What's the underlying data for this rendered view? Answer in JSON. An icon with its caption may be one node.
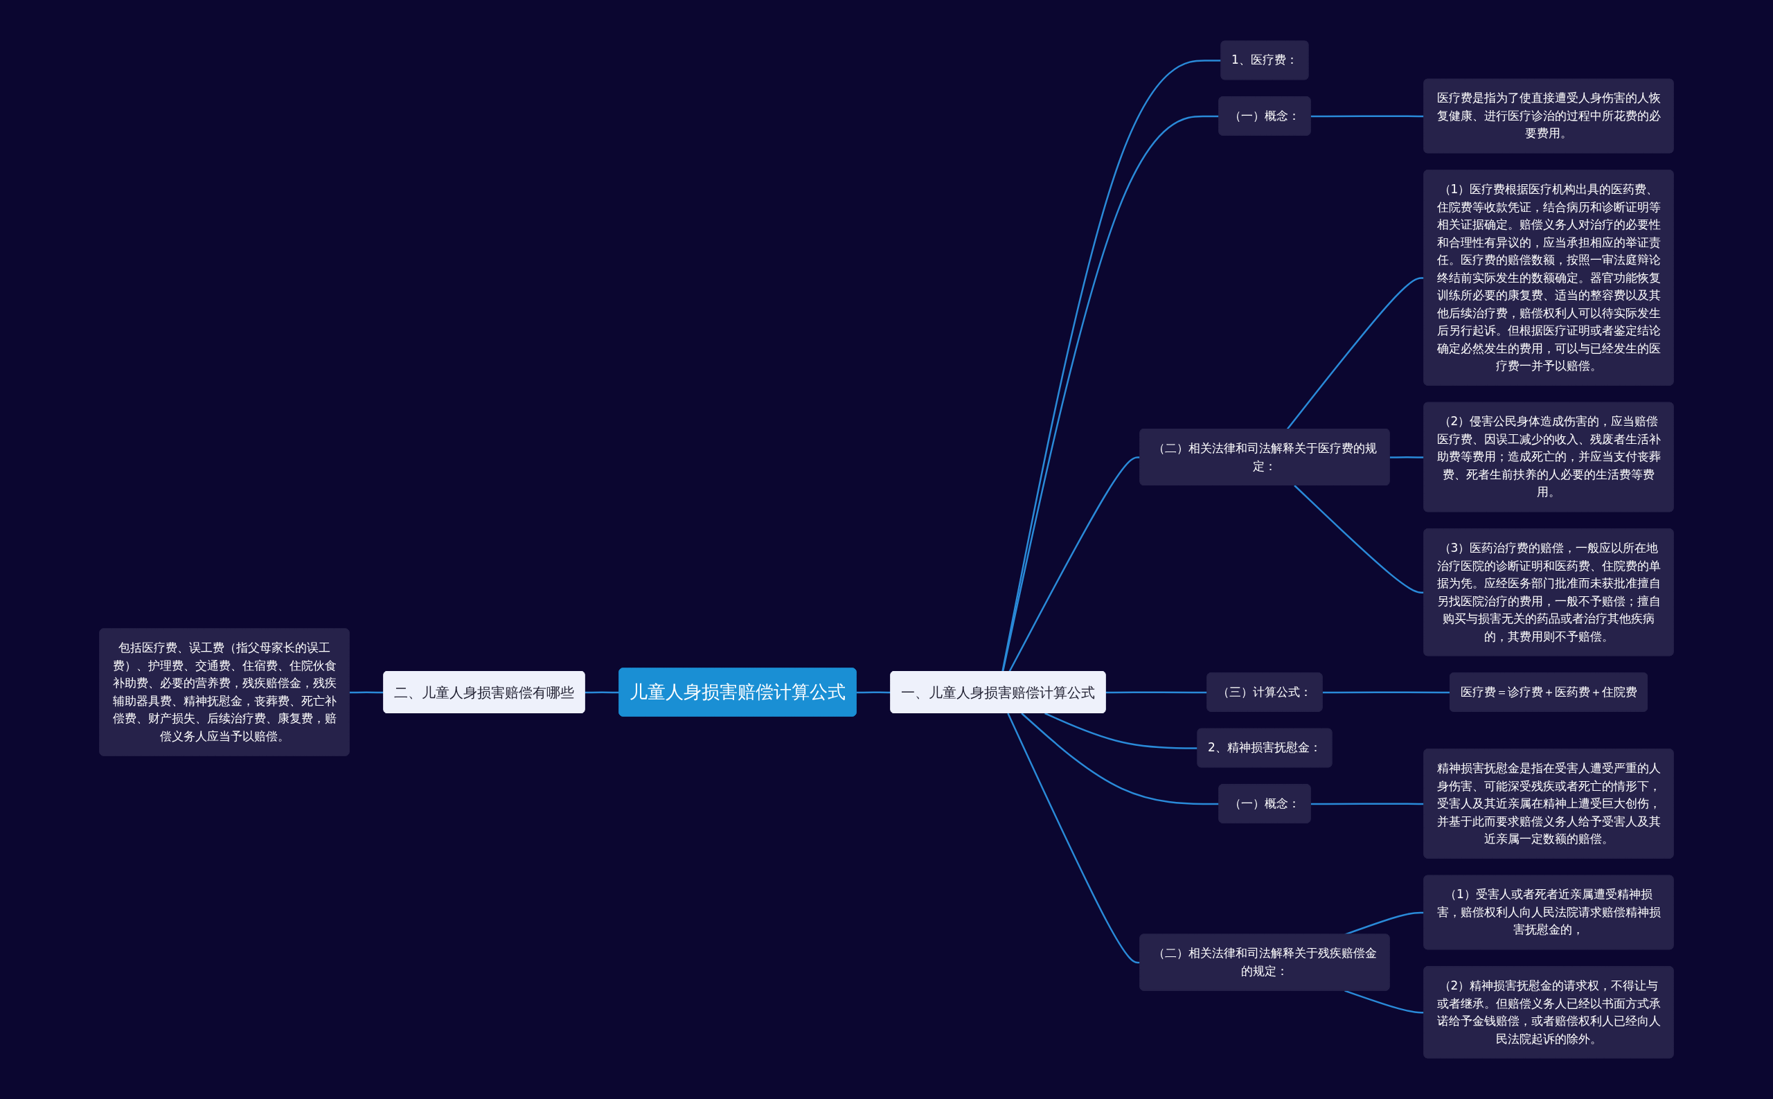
{
  "diagram": {
    "nodes": [
      {
        "text": [
          "儿童人身损害赔偿计算公式"
        ]
      },
      {
        "text": [
          "二、儿童人身损害赔偿有哪些"
        ]
      },
      {
        "text": [
          "包括医疗费、误工费（指父母家长的误工费）、护理费、交通费、住宿费、住院伙食补助费、必要的营养费，残疾赔偿金，残疾辅助器具费、精神抚慰金，丧葬费、死亡补偿费、财产损失、后续治疗费、康复费，赔偿义务人应当予以赔偿。"
        ]
      },
      {
        "text": [
          "一、儿童人身损害赔偿计算公式"
        ]
      },
      {
        "text": [
          "1、医疗费："
        ]
      },
      {
        "text": [
          "（一）概念："
        ]
      },
      {
        "text": [
          "医疗费是指为了使直接遭受人身伤害的人恢复健康、进行医疗诊治的过程中所花费的必要费用。"
        ]
      },
      {
        "text": [
          "（二）相关法律和司法解释关于医疗费的规定："
        ]
      },
      {
        "text": [
          "（1）医疗费根据医疗机构出具的医药费、住院费等收款凭证，结合病历和诊断证明等相关证据确定。赔偿义务人对治疗的必要性和合理性有异议的，应当承担相应的举证责任。医疗费的赔偿数额，按照一审法庭辩论终结前实际发生的数额确定。器官功能恢复训练所必要的康复费、适当的整容费以及其他后续治疗费，赔偿权利人可以待实际发生后另行起诉。但根据医疗证明或者鉴定结论确定必然发生的费用，可以与已经发生的医疗费一并予以赔偿。"
        ]
      },
      {
        "text": [
          "（2）侵害公民身体造成伤害的，应当赔偿医疗费、因误工减少的收入、残废者生活补助费等费用；造成死亡的，并应当支付丧葬费、死者生前扶养的人必要的生活费等费用。"
        ]
      },
      {
        "text": [
          "（3）医药治疗费的赔偿，一般应以所在地治疗医院的诊断证明和医药费、住院费的单据为凭。应经医务部门批准而未获批准擅自另找医院治疗的费用，一般不予赔偿；擅自购买与损害无关的药品或者治疗其他疾病的，其费用则不予赔偿。"
        ]
      },
      {
        "text": [
          "（三）计算公式："
        ]
      },
      {
        "text": [
          "医疗费＝诊疗费＋医药费＋住院费"
        ]
      },
      {
        "text": [
          "2、精神损害抚慰金："
        ]
      },
      {
        "text": [
          "（一）概念："
        ]
      },
      {
        "text": [
          "精神损害抚慰金是指在受害人遭受严重的人身伤害、可能深受残疾或者死亡的情形下，受害人及其近亲属在精神上遭受巨大创伤，并基于此而要求赔偿义务人给予受害人及其近亲属一定数额的赔偿。"
        ]
      },
      {
        "text": [
          "（二）相关法律和司法解释关于残疾赔偿金的规定："
        ]
      },
      {
        "text": [
          "（1）受害人或者死者近亲属遭受精神损害，赔偿权利人向人民法院请求赔偿精神损害抚慰金的，"
        ]
      },
      {
        "text": [
          "（2）精神损害抚慰金的请求权，不得让与或者继承。但赔偿义务人已经以书面方式承诺给予金钱赔偿，或者赔偿权利人已经向人民法院起诉的除外。"
        ]
      }
    ],
    "edges": [
      {
        "from": 1,
        "to": 0,
        "arrow": "none"
      },
      {
        "from": 2,
        "to": 1,
        "arrow": "none"
      },
      {
        "from": 0,
        "to": 3,
        "arrow": "none"
      },
      {
        "from": 3,
        "to": 4,
        "arrow": "none"
      },
      {
        "from": 3,
        "to": 5,
        "arrow": "none"
      },
      {
        "from": 5,
        "to": 6,
        "arrow": "none"
      },
      {
        "from": 3,
        "to": 7,
        "arrow": "none"
      },
      {
        "from": 7,
        "to": 8,
        "arrow": "none"
      },
      {
        "from": 7,
        "to": 9,
        "arrow": "none"
      },
      {
        "from": 7,
        "to": 10,
        "arrow": "none"
      },
      {
        "from": 3,
        "to": 11,
        "arrow": "none"
      },
      {
        "from": 11,
        "to": 12,
        "arrow": "none"
      },
      {
        "from": 3,
        "to": 13,
        "arrow": "none"
      },
      {
        "from": 3,
        "to": 14,
        "arrow": "none"
      },
      {
        "from": 14,
        "to": 15,
        "arrow": "none"
      },
      {
        "from": 3,
        "to": 16,
        "arrow": "none"
      },
      {
        "from": 16,
        "to": 17,
        "arrow": "none"
      },
      {
        "from": 16,
        "to": 18,
        "arrow": "none"
      }
    ]
  }
}
